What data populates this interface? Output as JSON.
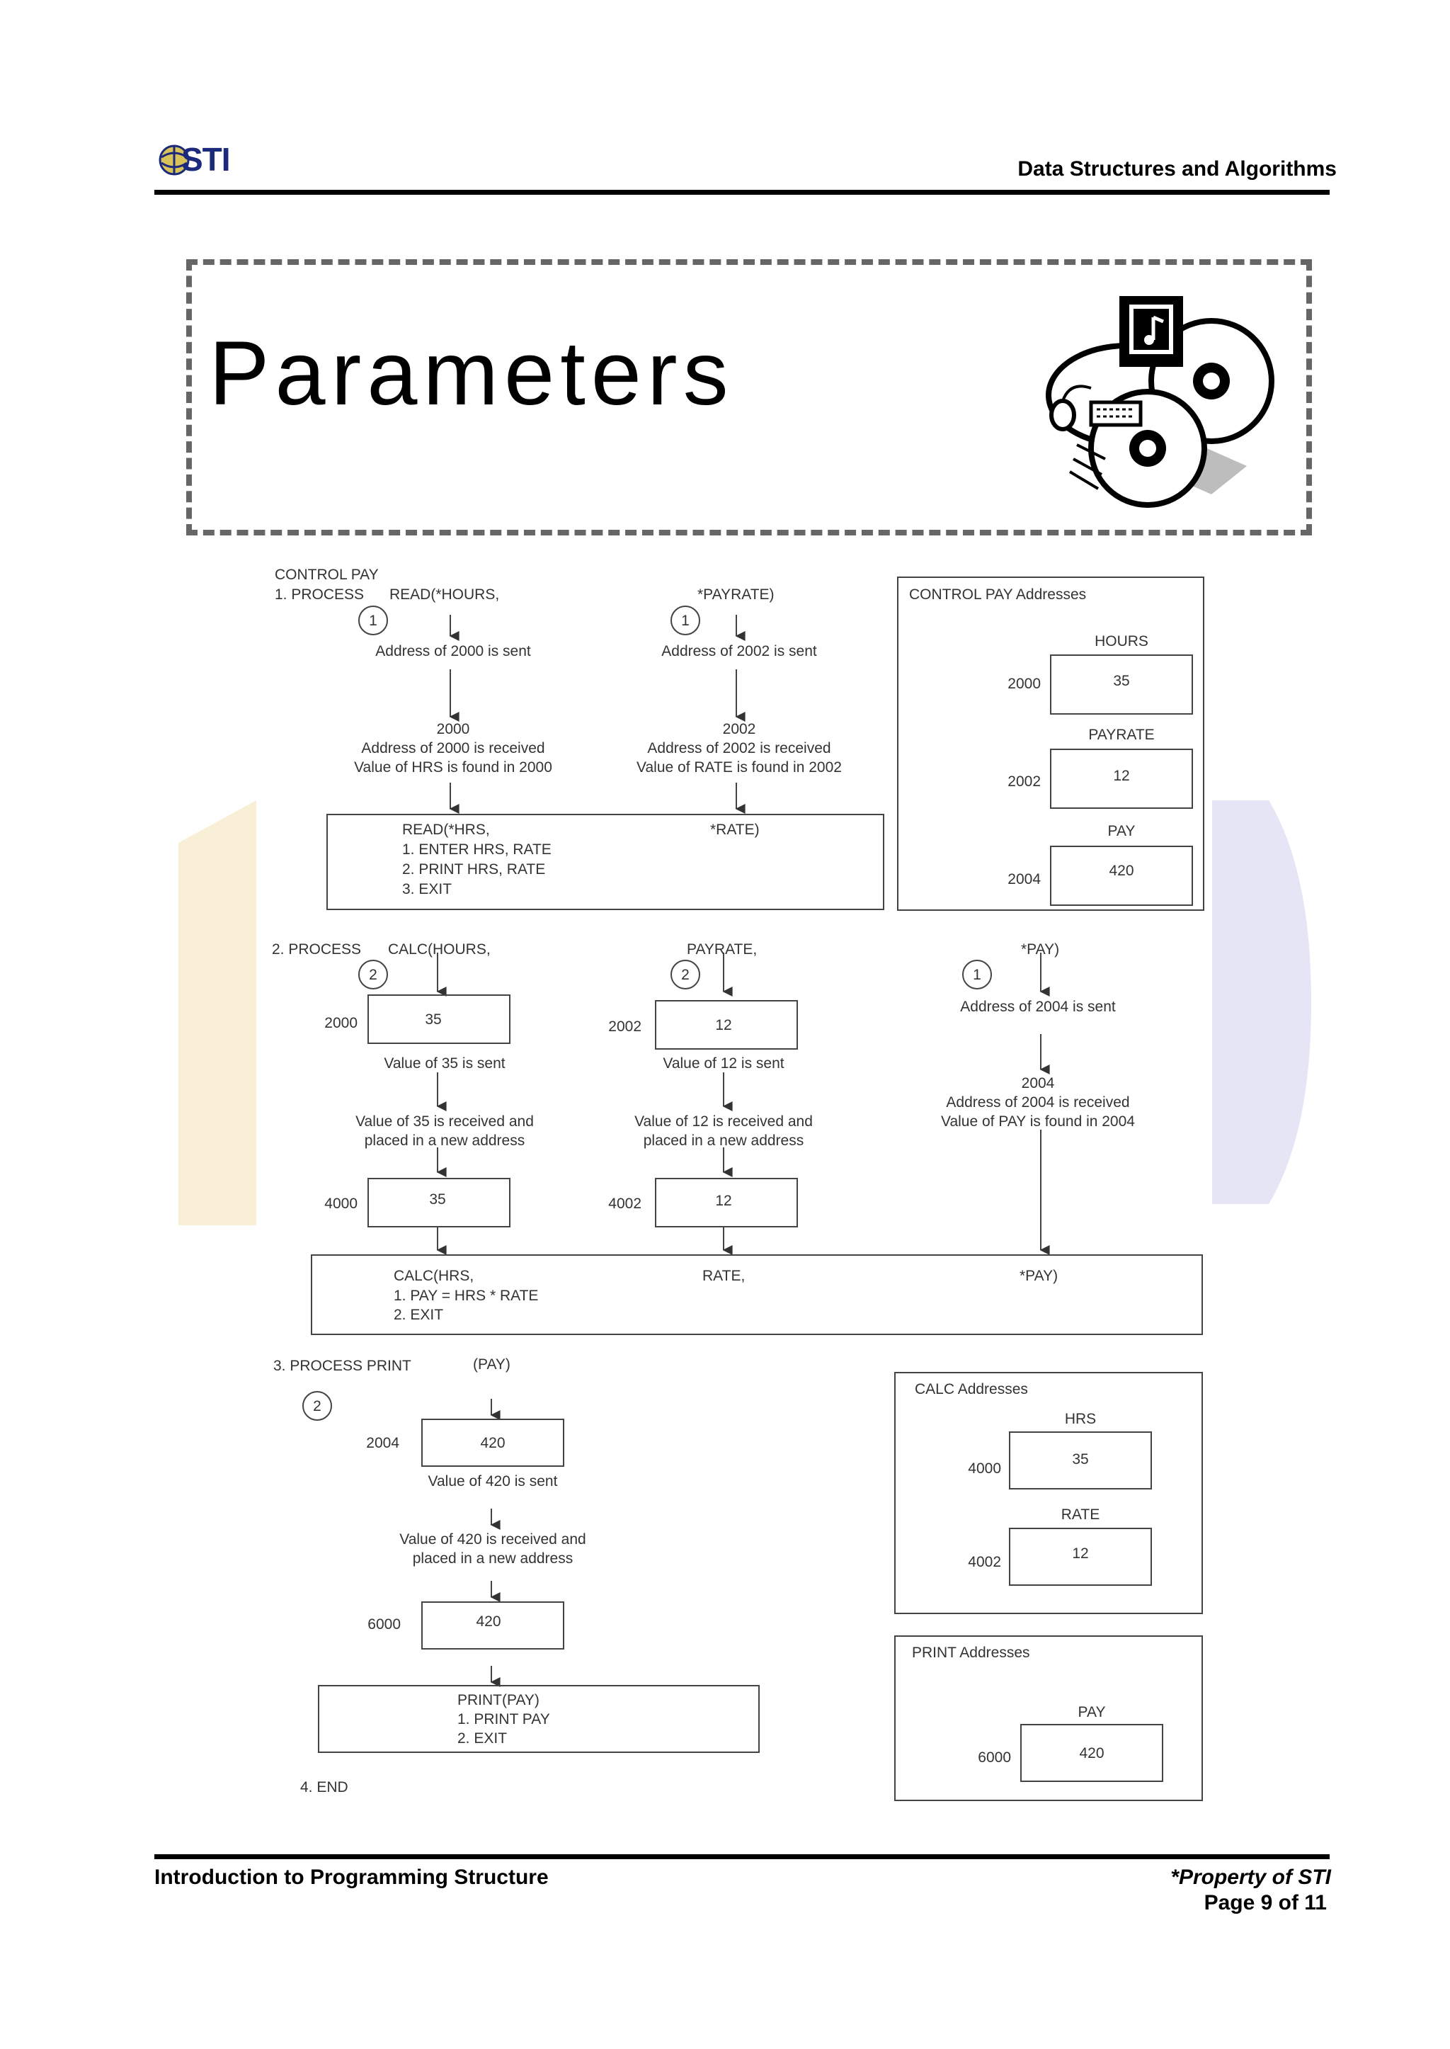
{
  "header": {
    "title": "Data Structures and Algorithms",
    "logo_text": "STI"
  },
  "banner": {
    "title": "Parameters",
    "clipart_icon": "computer-music-discs-icon"
  },
  "diagram": {
    "section1": {
      "label1": "CONTROL PAY",
      "label2": "1. PROCESS",
      "call_left": "READ(*HOURS,",
      "call_right": "*PAYRATE)",
      "step_num": "1",
      "left_sent": "Address of 2000 is sent",
      "right_sent": "Address of 2002 is sent",
      "left_addr": "2000",
      "left_recv": "Address of 2000 is received",
      "left_found": "Value of HRS is found in 2000",
      "right_addr": "2002",
      "right_recv": "Address of 2002 is received",
      "right_found": "Value of RATE is found in 2002",
      "module_head": "READ(*HRS,",
      "module_rate": "*RATE)",
      "module_line1": "1. ENTER HRS, RATE",
      "module_line2": "2. PRINT HRS, RATE",
      "module_line3": "3. EXIT"
    },
    "control_pay_box": {
      "title": "CONTROL PAY Addresses",
      "hours_label": "HOURS",
      "hours_addr": "2000",
      "hours_val": "35",
      "payrate_label": "PAYRATE",
      "payrate_addr": "2002",
      "payrate_val": "12",
      "pay_label": "PAY",
      "pay_addr": "2004",
      "pay_val": "420"
    },
    "section2": {
      "label": "2. PROCESS",
      "call_a": "CALC(HOURS,",
      "call_b": "PAYRATE,",
      "call_c": "*PAY)",
      "num_a": "2",
      "num_b": "2",
      "num_c": "1",
      "a_addr": "2000",
      "a_val": "35",
      "a_sent": "Value of 35 is sent",
      "a_recv1": "Value of 35 is received and",
      "a_recv2": "placed in a new address",
      "a_new_addr": "4000",
      "a_new_val": "35",
      "b_addr": "2002",
      "b_val": "12",
      "b_sent": "Value of 12 is sent",
      "b_recv1": "Value of 12 is received and",
      "b_recv2": "placed in a new address",
      "b_new_addr": "4002",
      "b_new_val": "12",
      "c_sent": "Address of 2004 is sent",
      "c_addr": "2004",
      "c_recv": "Address of 2004 is received",
      "c_found": "Value of PAY is found in 2004",
      "module_head": "CALC(HRS,",
      "module_rate": "RATE,",
      "module_pay": "*PAY)",
      "module_line1": "1. PAY = HRS * RATE",
      "module_line2": "2. EXIT"
    },
    "section3": {
      "label": "3. PROCESS PRINT",
      "call": "(PAY)",
      "num": "2",
      "addr": "2004",
      "val": "420",
      "sent": "Value of 420 is sent",
      "recv1": "Value of 420 is received and",
      "recv2": "placed in a new address",
      "new_addr": "6000",
      "new_val": "420",
      "module_head": "PRINT(PAY)",
      "module_line1": "1. PRINT PAY",
      "module_line2": "2. EXIT",
      "end": "4. END"
    },
    "calc_box": {
      "title": "CALC Addresses",
      "hrs_label": "HRS",
      "hrs_addr": "4000",
      "hrs_val": "35",
      "rate_label": "RATE",
      "rate_addr": "4002",
      "rate_val": "12"
    },
    "print_box": {
      "title": "PRINT Addresses",
      "pay_label": "PAY",
      "pay_addr": "6000",
      "pay_val": "420"
    }
  },
  "footer": {
    "left": "Introduction to Programming Structure",
    "right_top": "*Property of STI",
    "right_bottom": "Page 9 of 11"
  }
}
